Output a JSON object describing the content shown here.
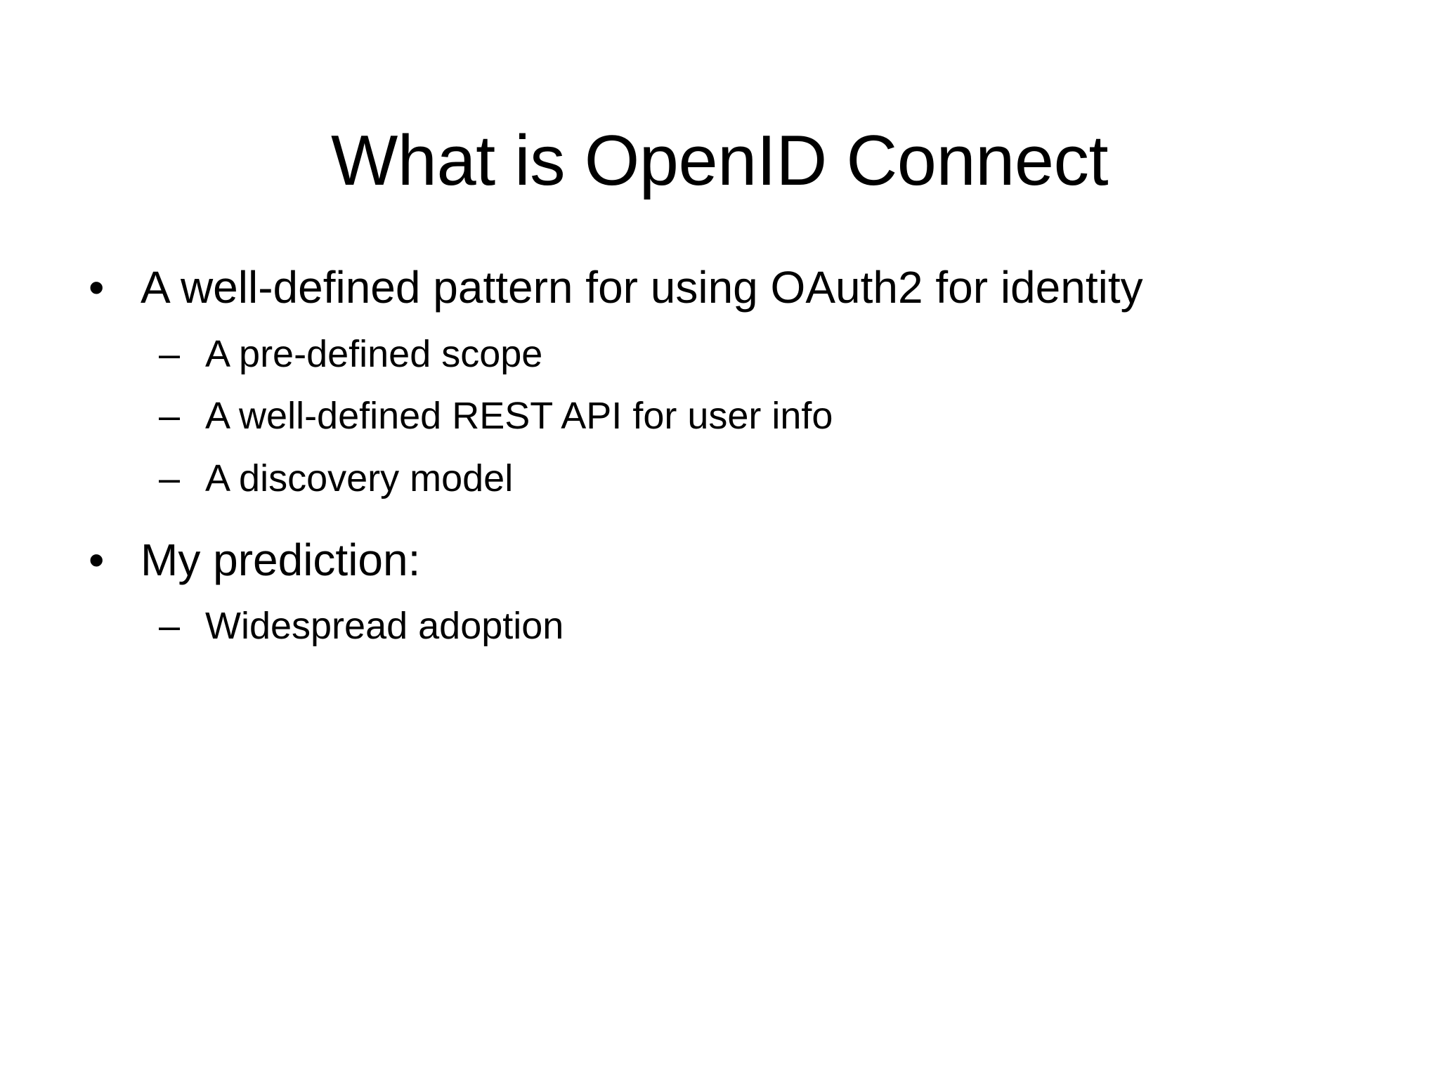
{
  "slide": {
    "title": "What is OpenID Connect",
    "background_color": "#FFFFFF",
    "text_color": "#000000",
    "level1_bullet_glyph": "•",
    "level2_bullet_glyph": "–",
    "content": [
      {
        "level": 1,
        "text": "A well-defined pattern for using OAuth2 for identity",
        "children": [
          {
            "level": 2,
            "text": "A pre-defined scope"
          },
          {
            "level": 2,
            "text": "A well-defined REST API for user info"
          },
          {
            "level": 2,
            "text": "A discovery model"
          }
        ]
      },
      {
        "level": 1,
        "text": "My prediction:",
        "children": [
          {
            "level": 2,
            "text": "Widespread adoption"
          }
        ]
      }
    ]
  }
}
